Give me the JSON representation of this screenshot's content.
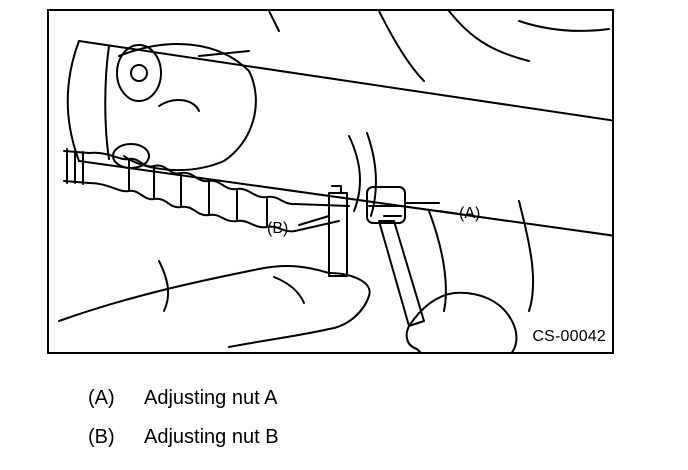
{
  "figure": {
    "code": "CS-00042",
    "callouts": [
      {
        "letter": "(A)"
      },
      {
        "letter": "(B)"
      }
    ]
  },
  "legend": [
    {
      "key": "(A)",
      "text": "Adjusting nut A"
    },
    {
      "key": "(B)",
      "text": "Adjusting nut B"
    }
  ]
}
